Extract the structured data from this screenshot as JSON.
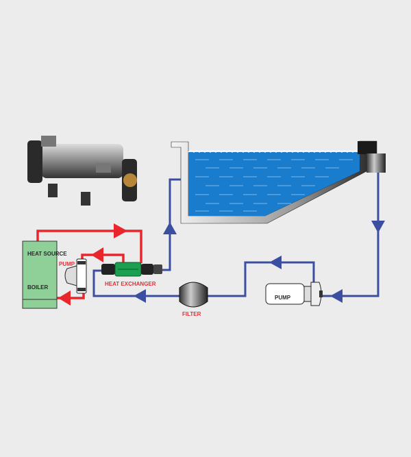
{
  "labels": {
    "heat_source": "HEAT SOURCE",
    "boiler": "BOILER",
    "pump_small": "PUMP",
    "heat_exchanger": "HEAT EXCHANGER",
    "filter": "FILTER",
    "pump_main": "PUMP"
  },
  "colors": {
    "hot_loop": "#e8262c",
    "pool_loop": "#3c4ea0",
    "boiler": "#8fcf98",
    "water": "#1a7ccc",
    "exchanger": "#1aa050"
  }
}
